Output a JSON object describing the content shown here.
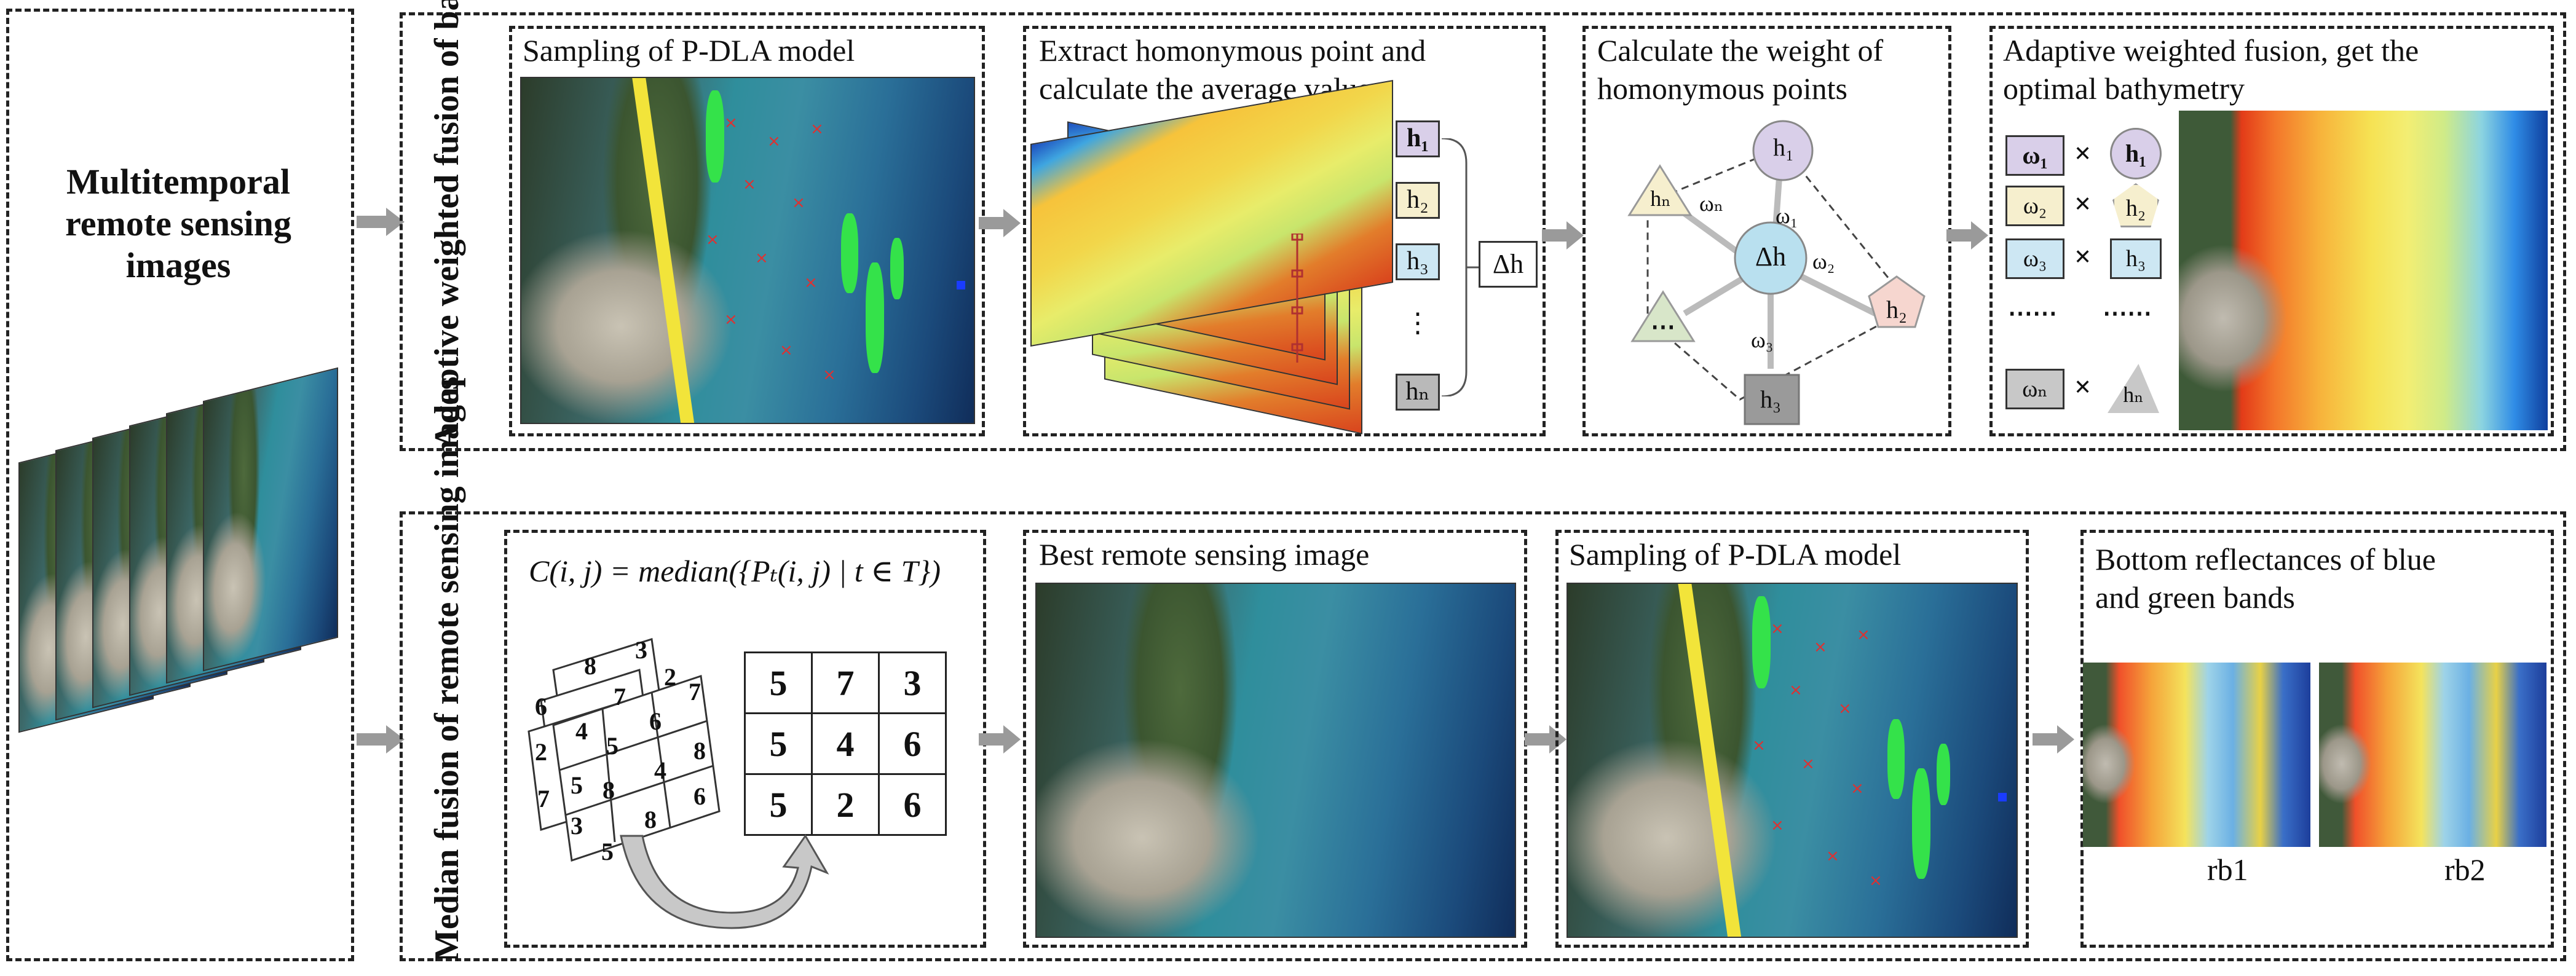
{
  "left_panel": {
    "title": "Multitemporal remote sensing images"
  },
  "row_top": {
    "label": "Adaptive weighted fusion of bathymetry",
    "panel1": {
      "title": "Sampling of P-DLA model"
    },
    "panel2": {
      "title_line1": "Extract homonymous point and",
      "title_line2": "calculate the average value",
      "h_labels": [
        "h₁",
        "h₂",
        "h₃",
        "⋮",
        "hₙ"
      ],
      "delta": "Δh"
    },
    "panel3": {
      "title_line1": "Calculate the weight of",
      "title_line2": "homonymous points",
      "nodes": {
        "center": "Δh",
        "h1": "h₁",
        "h2": "h₂",
        "h3": "h₃",
        "hn": "hₙ",
        "dots": "⋯"
      },
      "weights": {
        "w1": "ω₁",
        "w2": "ω₂",
        "w3": "ω₃",
        "wn": "ωₙ"
      }
    },
    "panel4": {
      "title_line1": "Adaptive weighted fusion, get the",
      "title_line2": "optimal bathymetry",
      "rows": [
        {
          "w": "ω₁",
          "h": "h₁"
        },
        {
          "w": "ω₂",
          "h": "h₂"
        },
        {
          "w": "ω₃",
          "h": "h₃"
        },
        {
          "w": "⋯⋯",
          "h": "⋯⋯"
        },
        {
          "w": "ωₙ",
          "h": "hₙ"
        }
      ],
      "times": "×"
    }
  },
  "row_bottom": {
    "label": "Median fusion of remote sensing images",
    "panel1": {
      "formula": "C(i, j) = median({Pₜ(i, j) | t ∈ T})",
      "stack_values": [
        "3",
        "8",
        "6",
        "2",
        "7",
        "2",
        "4",
        "6",
        "7",
        "5",
        "4",
        "8",
        "7",
        "5",
        "8",
        "6",
        "3",
        "8",
        "5"
      ],
      "result_grid": [
        [
          "5",
          "7",
          "3"
        ],
        [
          "5",
          "4",
          "6"
        ],
        [
          "5",
          "2",
          "6"
        ]
      ]
    },
    "panel2": {
      "title": "Best remote sensing image"
    },
    "panel3": {
      "title": "Sampling of P-DLA model"
    },
    "panel4": {
      "title_line1": "Bottom reflectances of blue",
      "title_line2": "and green bands",
      "labels": [
        "rb1",
        "rb2"
      ]
    }
  },
  "colors": {
    "arrow": "#9a9a9a",
    "h1_fill": "#d9cfe9",
    "h2_fill": "#f6efce",
    "h3_fill": "#cde7f3",
    "hn_fill": "#b9b9b9",
    "center_fill": "#b9e0ef",
    "pentagon_fill": "#f6d6cf",
    "triangle_green": "#d8e6c9"
  }
}
